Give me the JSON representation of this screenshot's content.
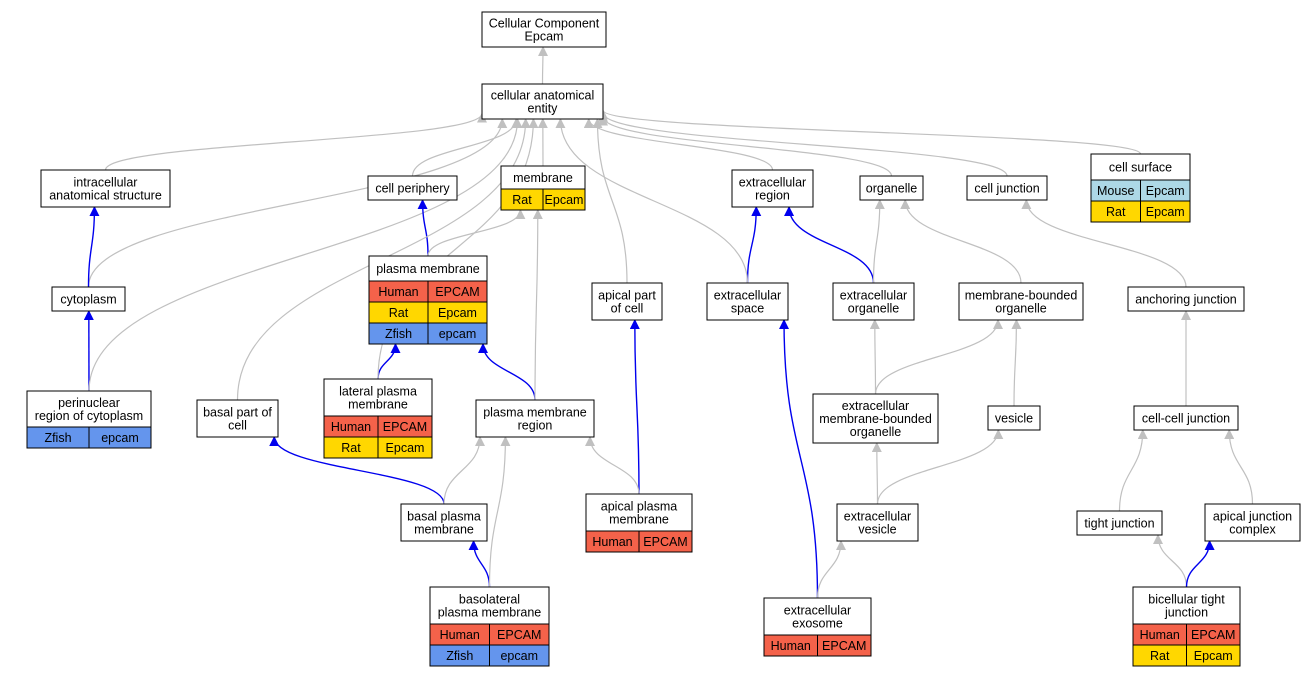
{
  "colors": {
    "human": "#f4624a",
    "rat": "#ffd700",
    "zfish": "#6495ed",
    "mouse": "#add8e6",
    "is_a_edge": "#c0c0c0",
    "part_of_edge": "#0000ee"
  },
  "nodes": [
    {
      "id": "root",
      "lines": [
        "Cellular Component",
        "Epcam"
      ],
      "rows": []
    },
    {
      "id": "cae",
      "lines": [
        "cellular anatomical",
        "entity"
      ],
      "rows": []
    },
    {
      "id": "ias",
      "lines": [
        "intracellular",
        "anatomical structure"
      ],
      "rows": []
    },
    {
      "id": "cytoplasm",
      "lines": [
        "cytoplasm"
      ],
      "rows": []
    },
    {
      "id": "perinuclear",
      "lines": [
        "perinuclear",
        "region of cytoplasm"
      ],
      "rows": [
        [
          "Zfish",
          "epcam"
        ]
      ]
    },
    {
      "id": "periphery",
      "lines": [
        "cell periphery"
      ],
      "rows": []
    },
    {
      "id": "membrane",
      "lines": [
        "membrane"
      ],
      "rows": [
        [
          "Rat",
          "Epcam"
        ]
      ]
    },
    {
      "id": "pm",
      "lines": [
        "plasma membrane"
      ],
      "rows": [
        [
          "Human",
          "EPCAM"
        ],
        [
          "Rat",
          "Epcam"
        ],
        [
          "Zfish",
          "epcam"
        ]
      ]
    },
    {
      "id": "lpm",
      "lines": [
        "lateral plasma",
        "membrane"
      ],
      "rows": [
        [
          "Human",
          "EPCAM"
        ],
        [
          "Rat",
          "Epcam"
        ]
      ]
    },
    {
      "id": "basalpart",
      "lines": [
        "basal part of",
        "cell"
      ],
      "rows": []
    },
    {
      "id": "pmr",
      "lines": [
        "plasma membrane",
        "region"
      ],
      "rows": []
    },
    {
      "id": "bpm",
      "lines": [
        "basal plasma",
        "membrane"
      ],
      "rows": []
    },
    {
      "id": "blpm",
      "lines": [
        "basolateral",
        "plasma membrane"
      ],
      "rows": [
        [
          "Human",
          "EPCAM"
        ],
        [
          "Zfish",
          "epcam"
        ]
      ]
    },
    {
      "id": "apicalpart",
      "lines": [
        "apical part",
        "of cell"
      ],
      "rows": []
    },
    {
      "id": "apm",
      "lines": [
        "apical plasma",
        "membrane"
      ],
      "rows": [
        [
          "Human",
          "EPCAM"
        ]
      ]
    },
    {
      "id": "ecregion",
      "lines": [
        "extracellular",
        "region"
      ],
      "rows": []
    },
    {
      "id": "ecspace",
      "lines": [
        "extracellular",
        "space"
      ],
      "rows": []
    },
    {
      "id": "exosome",
      "lines": [
        "extracellular",
        "exosome"
      ],
      "rows": [
        [
          "Human",
          "EPCAM"
        ]
      ]
    },
    {
      "id": "organelle",
      "lines": [
        "organelle"
      ],
      "rows": []
    },
    {
      "id": "ecorg",
      "lines": [
        "extracellular",
        "organelle"
      ],
      "rows": []
    },
    {
      "id": "mbo",
      "lines": [
        "membrane-bounded",
        "organelle"
      ],
      "rows": []
    },
    {
      "id": "ecmbo",
      "lines": [
        "extracellular",
        "membrane-bounded",
        "organelle"
      ],
      "rows": []
    },
    {
      "id": "vesicle",
      "lines": [
        "vesicle"
      ],
      "rows": []
    },
    {
      "id": "ecvesicle",
      "lines": [
        "extracellular",
        "vesicle"
      ],
      "rows": []
    },
    {
      "id": "celljunction",
      "lines": [
        "cell junction"
      ],
      "rows": []
    },
    {
      "id": "anchoring",
      "lines": [
        "anchoring junction"
      ],
      "rows": []
    },
    {
      "id": "ccj",
      "lines": [
        "cell-cell junction"
      ],
      "rows": []
    },
    {
      "id": "tight",
      "lines": [
        "tight junction"
      ],
      "rows": []
    },
    {
      "id": "ajc",
      "lines": [
        "apical junction",
        "complex"
      ],
      "rows": []
    },
    {
      "id": "btj",
      "lines": [
        "bicellular tight",
        "junction"
      ],
      "rows": [
        [
          "Human",
          "EPCAM"
        ],
        [
          "Rat",
          "Epcam"
        ]
      ]
    },
    {
      "id": "surface",
      "lines": [
        "cell surface"
      ],
      "rows": [
        [
          "Mouse",
          "Epcam"
        ],
        [
          "Rat",
          "Epcam"
        ]
      ]
    }
  ],
  "edges": [
    {
      "from": "cae",
      "to": "root",
      "type": "is_a"
    },
    {
      "from": "ias",
      "to": "cae",
      "type": "is_a"
    },
    {
      "from": "cytoplasm",
      "to": "cae",
      "type": "is_a"
    },
    {
      "from": "cytoplasm",
      "to": "ias",
      "type": "part_of"
    },
    {
      "from": "perinuclear",
      "to": "cytoplasm",
      "type": "part_of"
    },
    {
      "from": "perinuclear",
      "to": "cae",
      "type": "is_a"
    },
    {
      "from": "periphery",
      "to": "cae",
      "type": "is_a"
    },
    {
      "from": "membrane",
      "to": "cae",
      "type": "is_a"
    },
    {
      "from": "pm",
      "to": "periphery",
      "type": "part_of"
    },
    {
      "from": "pm",
      "to": "membrane",
      "type": "is_a"
    },
    {
      "from": "lpm",
      "to": "pm",
      "type": "part_of"
    },
    {
      "from": "lpm",
      "to": "cae",
      "type": "is_a"
    },
    {
      "from": "pmr",
      "to": "pm",
      "type": "part_of"
    },
    {
      "from": "pmr",
      "to": "membrane",
      "type": "is_a"
    },
    {
      "from": "basalpart",
      "to": "cae",
      "type": "is_a"
    },
    {
      "from": "bpm",
      "to": "basalpart",
      "type": "part_of"
    },
    {
      "from": "bpm",
      "to": "pmr",
      "type": "is_a"
    },
    {
      "from": "blpm",
      "to": "bpm",
      "type": "part_of"
    },
    {
      "from": "blpm",
      "to": "pmr",
      "type": "is_a"
    },
    {
      "from": "apicalpart",
      "to": "cae",
      "type": "is_a"
    },
    {
      "from": "apm",
      "to": "apicalpart",
      "type": "part_of"
    },
    {
      "from": "apm",
      "to": "pmr",
      "type": "is_a"
    },
    {
      "from": "ecregion",
      "to": "cae",
      "type": "is_a"
    },
    {
      "from": "ecspace",
      "to": "ecregion",
      "type": "part_of"
    },
    {
      "from": "ecspace",
      "to": "cae",
      "type": "is_a"
    },
    {
      "from": "exosome",
      "to": "ecspace",
      "type": "part_of"
    },
    {
      "from": "exosome",
      "to": "ecvesicle",
      "type": "is_a"
    },
    {
      "from": "organelle",
      "to": "cae",
      "type": "is_a"
    },
    {
      "from": "ecorg",
      "to": "ecregion",
      "type": "part_of"
    },
    {
      "from": "ecorg",
      "to": "organelle",
      "type": "is_a"
    },
    {
      "from": "mbo",
      "to": "organelle",
      "type": "is_a"
    },
    {
      "from": "ecmbo",
      "to": "ecorg",
      "type": "is_a"
    },
    {
      "from": "ecmbo",
      "to": "mbo",
      "type": "is_a"
    },
    {
      "from": "vesicle",
      "to": "mbo",
      "type": "is_a"
    },
    {
      "from": "ecvesicle",
      "to": "ecmbo",
      "type": "is_a"
    },
    {
      "from": "ecvesicle",
      "to": "vesicle",
      "type": "is_a"
    },
    {
      "from": "celljunction",
      "to": "cae",
      "type": "is_a"
    },
    {
      "from": "anchoring",
      "to": "celljunction",
      "type": "is_a"
    },
    {
      "from": "ccj",
      "to": "anchoring",
      "type": "is_a"
    },
    {
      "from": "tight",
      "to": "ccj",
      "type": "is_a"
    },
    {
      "from": "ajc",
      "to": "ccj",
      "type": "is_a"
    },
    {
      "from": "btj",
      "to": "tight",
      "type": "is_a"
    },
    {
      "from": "btj",
      "to": "ajc",
      "type": "part_of"
    },
    {
      "from": "surface",
      "to": "cae",
      "type": "is_a"
    }
  ]
}
